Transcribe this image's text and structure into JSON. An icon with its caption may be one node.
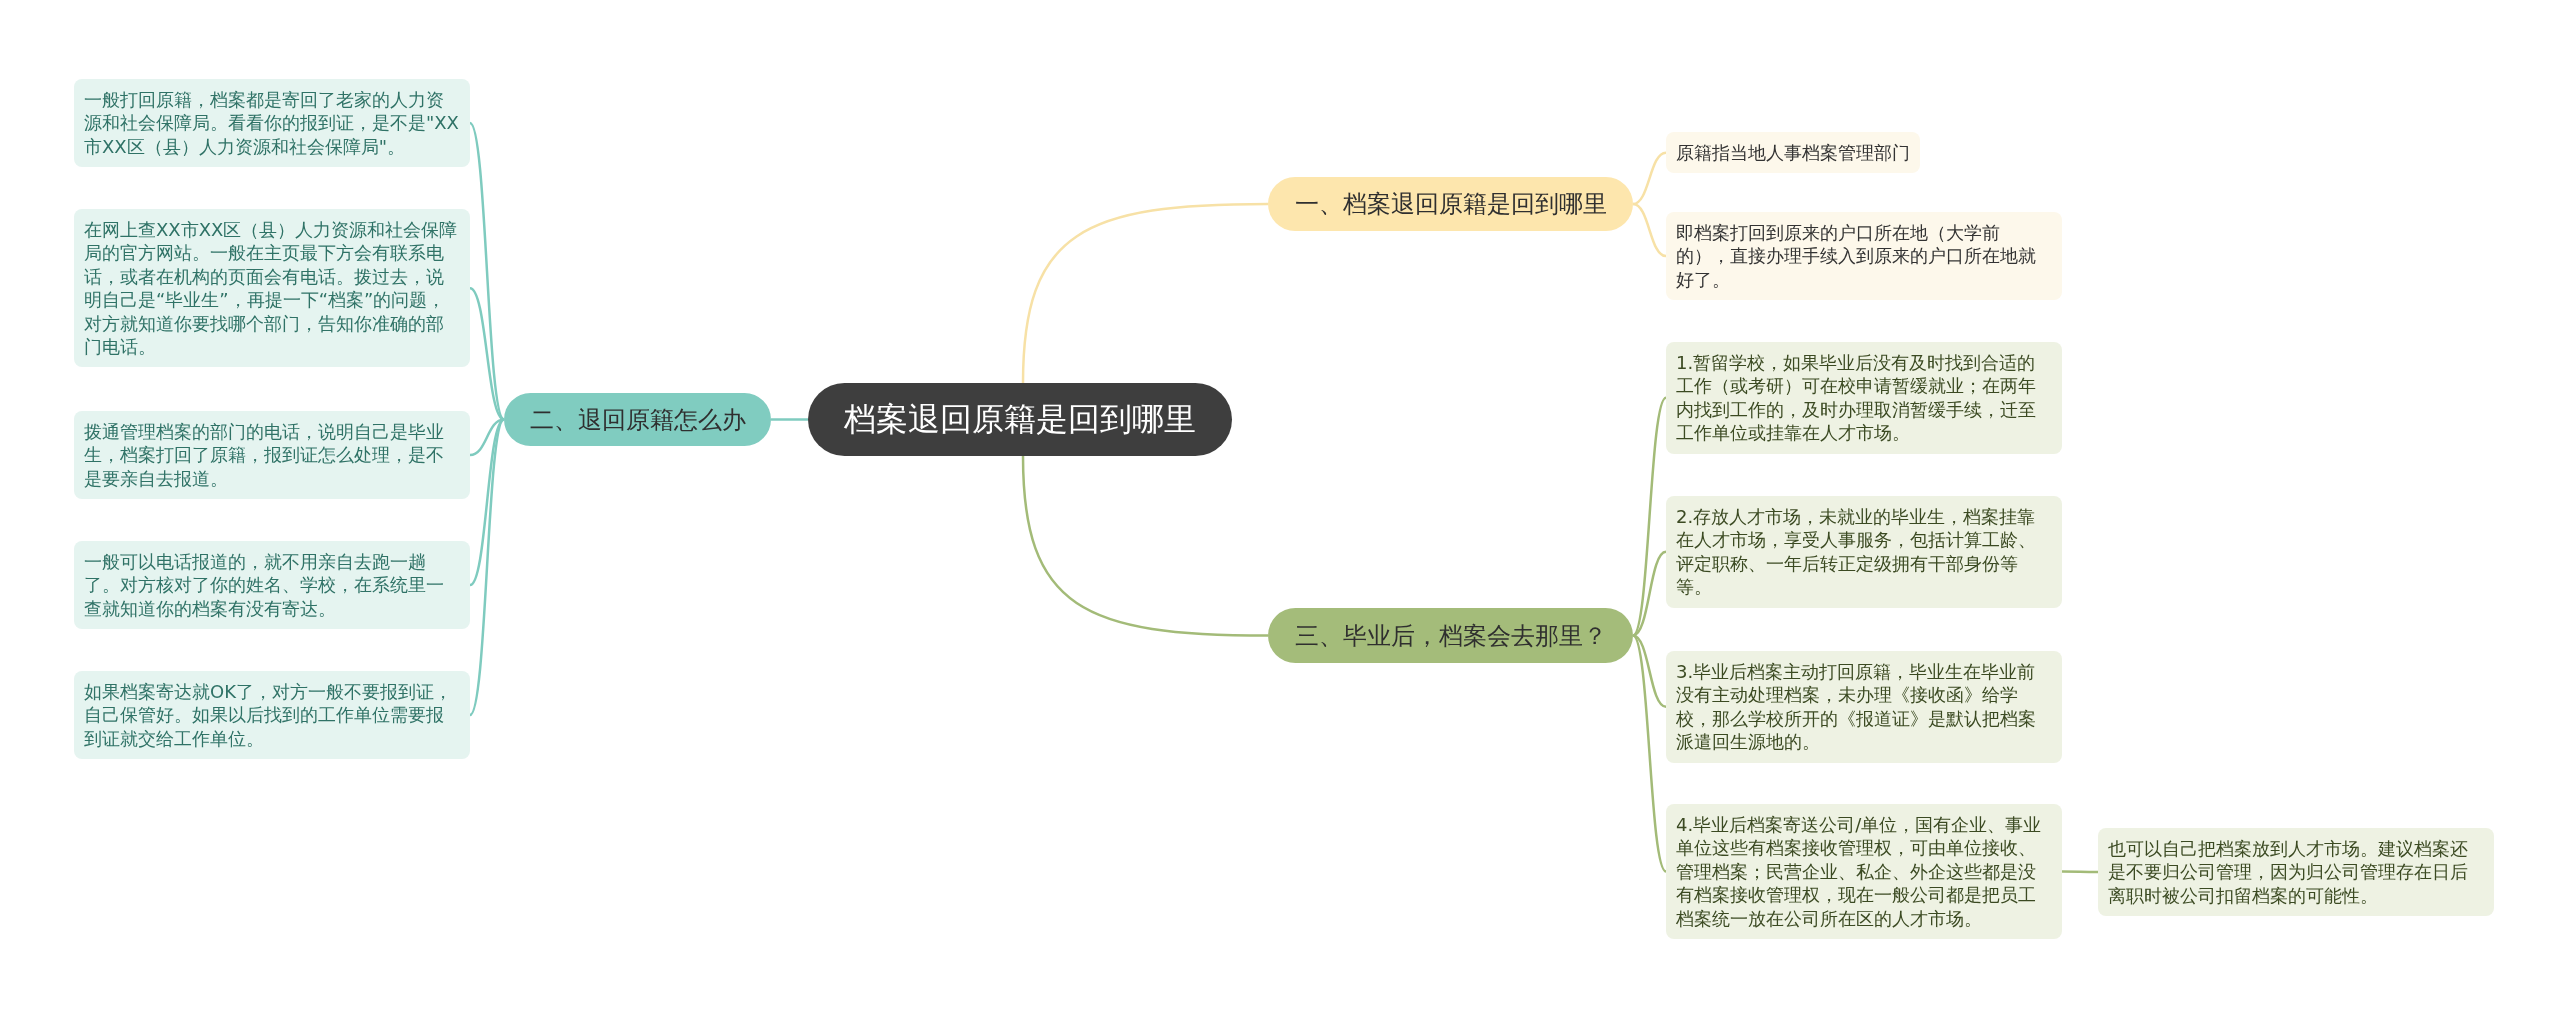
{
  "diagram": {
    "nodes": [
      {
        "text": [
          "档案退回原籍是回到哪里"
        ]
      },
      {
        "text": [
          "一、档案退回原籍是回到哪里"
        ]
      },
      {
        "text": [
          "原籍指当地人事档案管理部门"
        ]
      },
      {
        "text": [
          "即档案打回到原来的户口所在地（大学前的），直接办理手续入到原来的户口所在地就好了。"
        ]
      },
      {
        "text": [
          "二、退回原籍怎么办"
        ]
      },
      {
        "text": [
          "一般打回原籍，档案都是寄回了老家的人力资源和社会保障局。看看你的报到证，是不是\"XX市XX区（县）人力资源和社会保障局\"。"
        ]
      },
      {
        "text": [
          "在网上查XX市XX区（县）人力资源和社会保障局的官方网站。一般在主页最下方会有联系电话，或者在机构的页面会有电话。拨过去，说明自己是“毕业生”，再提一下“档案”的问题，对方就知道你要找哪个部门，告知你准确的部门电话。"
        ]
      },
      {
        "text": [
          "拨通管理档案的部门的电话，说明自己是毕业生，档案打回了原籍，报到证怎么处理，是不是要亲自去报道。"
        ]
      },
      {
        "text": [
          "一般可以电话报道的，就不用亲自去跑一趟了。对方核对了你的姓名、学校，在系统里一查就知道你的档案有没有寄达。"
        ]
      },
      {
        "text": [
          "如果档案寄达就OK了，对方一般不要报到证，自己保管好。如果以后找到的工作单位需要报到证就交给工作单位。"
        ]
      },
      {
        "text": [
          "三、毕业后，档案会去那里？"
        ]
      },
      {
        "text": [
          "1.暂留学校，如果毕业后没有及时找到合适的工作（或考研）可在校申请暂缓就业；在两年内找到工作的，及时办理取消暂缓手续，迁至工作单位或挂靠在人才市场。"
        ]
      },
      {
        "text": [
          "2.存放人才市场，未就业的毕业生，档案挂靠在人才市场，享受人事服务，包括计算工龄、评定职称、一年后转正定级拥有干部身份等等。"
        ]
      },
      {
        "text": [
          "3.毕业后档案主动打回原籍，毕业生在毕业前没有主动处理档案，未办理《接收函》给学校，那么学校所开的《报道证》是默认把档案派遣回生源地的。"
        ]
      },
      {
        "text": [
          "4.毕业后档案寄送公司/单位，国有企业、事业单位这些有档案接收管理权，可由单位接收、管理档案；民营企业、私企、外企这些都是没有档案接收管理权，现在一般公司都是把员工档案统一放在公司所在区的人才市场。"
        ]
      },
      {
        "text": [
          "也可以自己把档案放到人才市场。建议档案还是不要归公司管理，因为归公司管理存在日后离职时被公司扣留档案的可能性。"
        ]
      }
    ],
    "edges": [
      {
        "from": 0,
        "to": 1,
        "arrow": "none",
        "color": "#f7e1a6"
      },
      {
        "from": 1,
        "to": 2,
        "arrow": "none",
        "color": "#f7e1a6"
      },
      {
        "from": 1,
        "to": 3,
        "arrow": "none",
        "color": "#f7e1a6"
      },
      {
        "from": 0,
        "to": 4,
        "arrow": "none",
        "color": "#7fcbbf"
      },
      {
        "from": 4,
        "to": 5,
        "arrow": "none",
        "color": "#7fcbbf"
      },
      {
        "from": 4,
        "to": 6,
        "arrow": "none",
        "color": "#7fcbbf"
      },
      {
        "from": 4,
        "to": 7,
        "arrow": "none",
        "color": "#7fcbbf"
      },
      {
        "from": 4,
        "to": 8,
        "arrow": "none",
        "color": "#7fcbbf"
      },
      {
        "from": 4,
        "to": 9,
        "arrow": "none",
        "color": "#7fcbbf"
      },
      {
        "from": 0,
        "to": 10,
        "arrow": "none",
        "color": "#a3bb78"
      },
      {
        "from": 10,
        "to": 11,
        "arrow": "none",
        "color": "#a3bb78"
      },
      {
        "from": 10,
        "to": 12,
        "arrow": "none",
        "color": "#a3bb78"
      },
      {
        "from": 10,
        "to": 13,
        "arrow": "none",
        "color": "#a3bb78"
      },
      {
        "from": 10,
        "to": 14,
        "arrow": "none",
        "color": "#a3bb78"
      },
      {
        "from": 14,
        "to": 15,
        "arrow": "none",
        "color": "#a3bb78"
      }
    ]
  }
}
